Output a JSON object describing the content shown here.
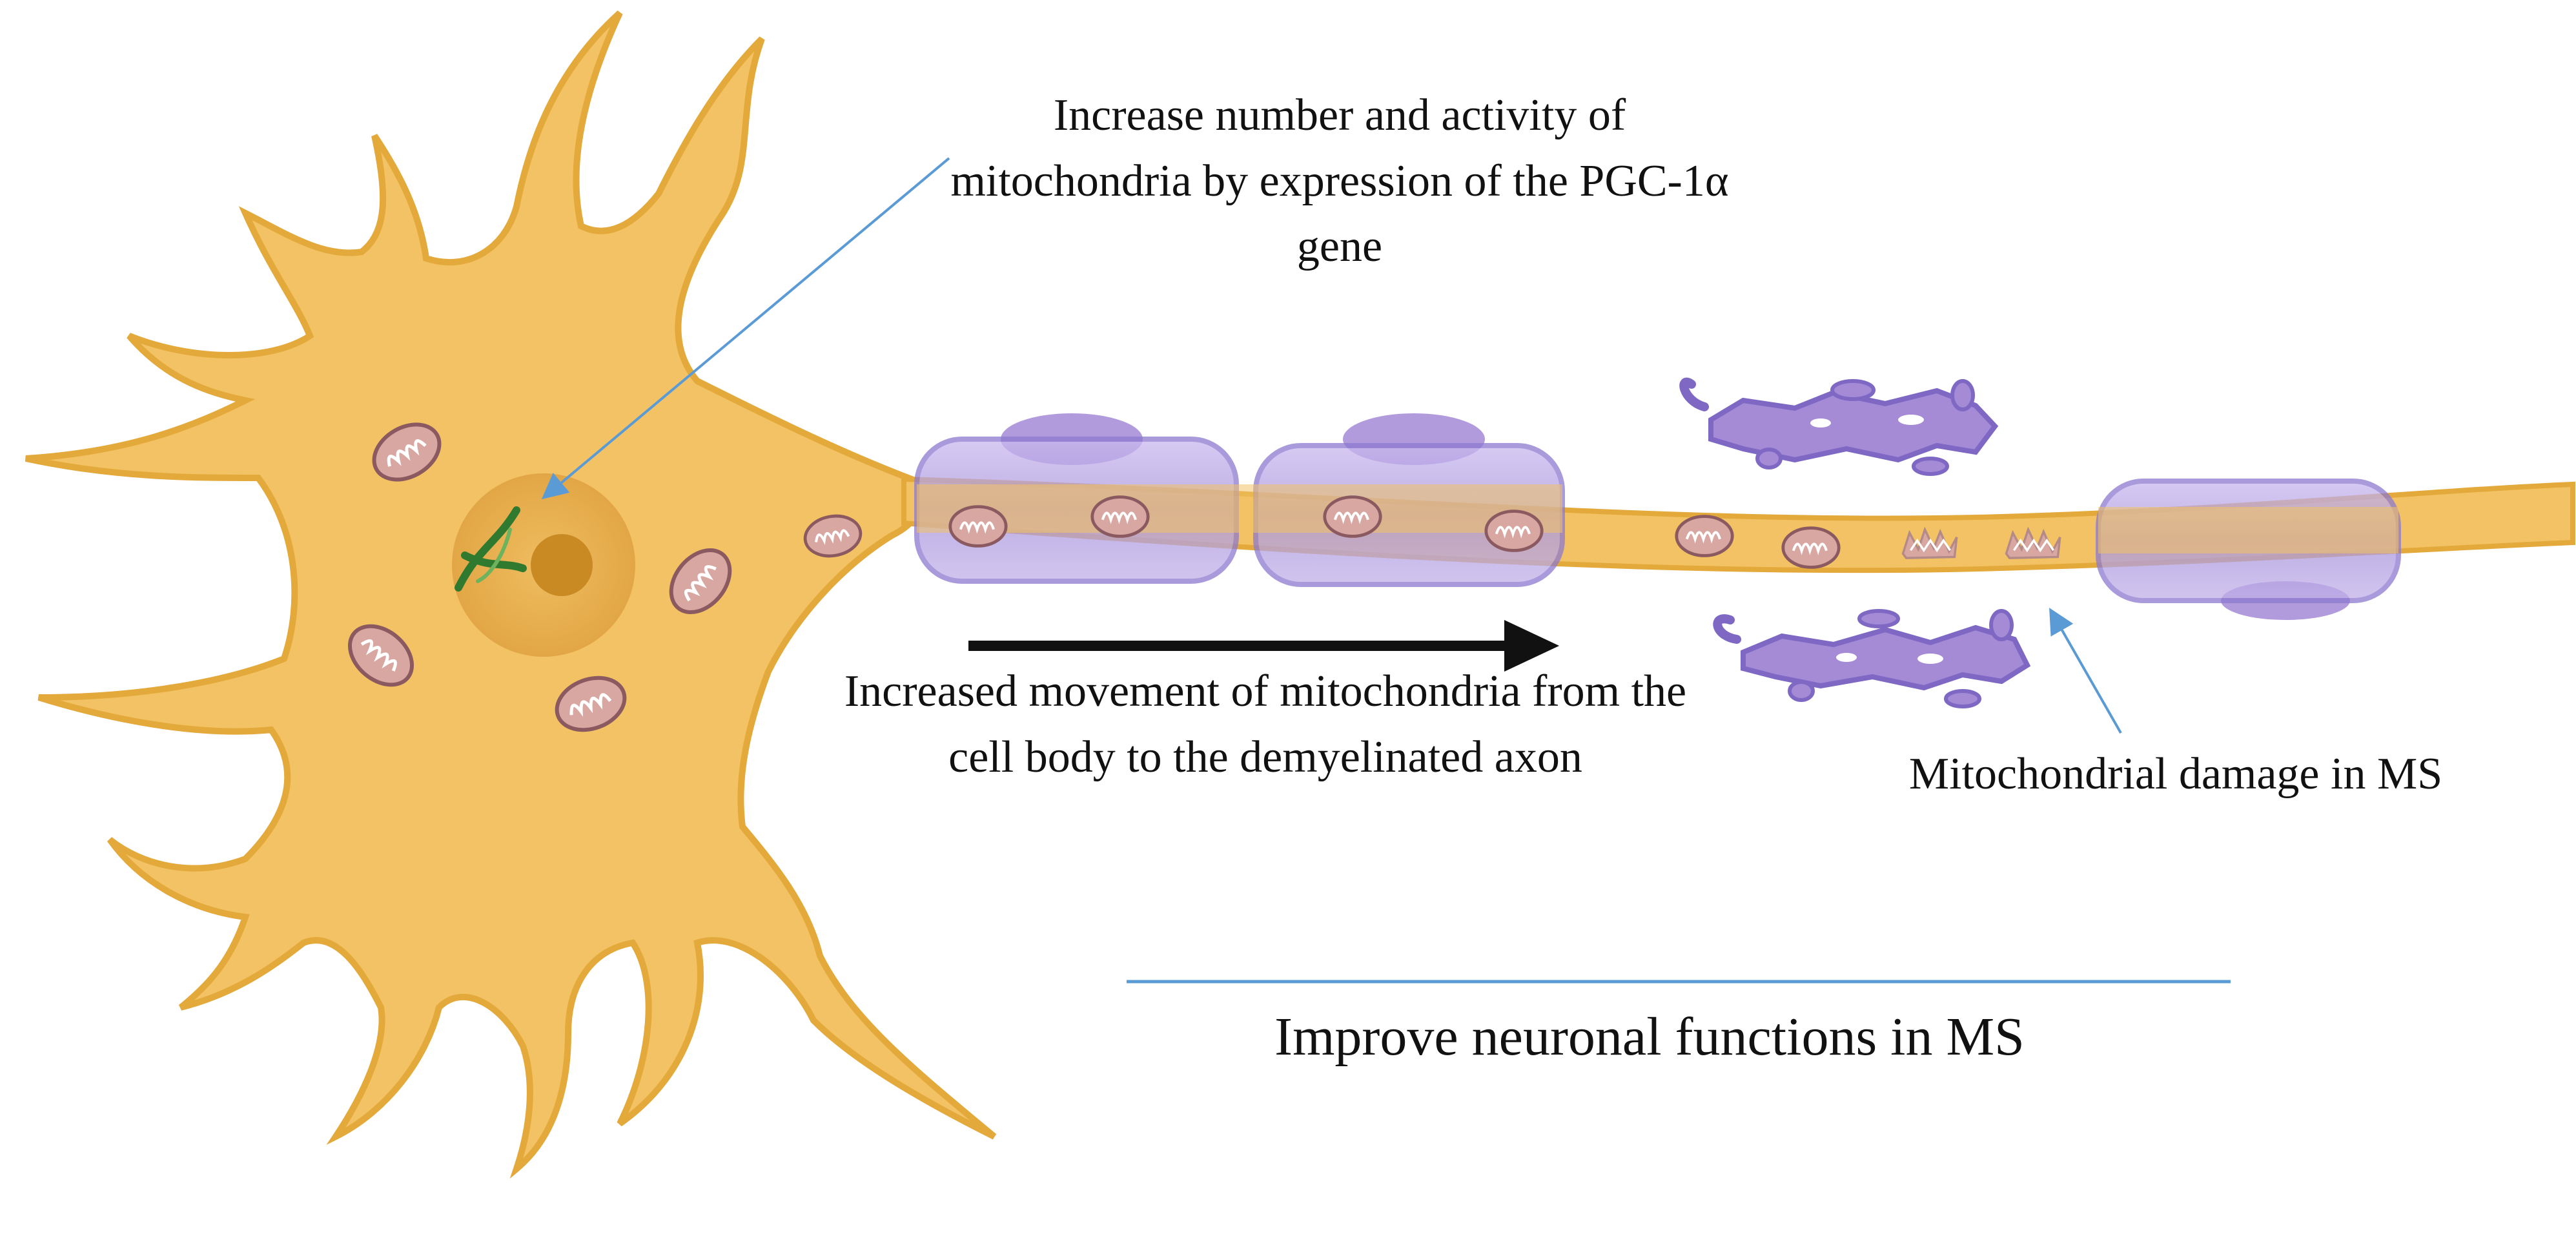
{
  "labels": {
    "pgc_gene": "Increase number and activity of mitochondria by expression of the PGC-1α gene",
    "transport": "Increased movement of mitochondria from the cell body to the demyelinated axon",
    "damage": "Mitochondrial damage in MS",
    "outcome": "Improve neuronal functions in MS"
  },
  "colors": {
    "neuron_fill": "#f2c265",
    "neuron_edge": "#e3a93a",
    "nucleus": "#e7ad4c",
    "nucleolus": "#c98a24",
    "dna": "#2f7a2f",
    "mito_fill": "#d9a7a2",
    "mito_edge": "#8a5a60",
    "myelin": "#b7a6e3",
    "myelin_edge": "#8d7ad0",
    "myelin_debris": "#a58ad6",
    "pointer_line": "#5b9bd5",
    "arrow": "#111111",
    "outcome_line": "#5b9bd5"
  },
  "icons": [
    "dna-icon",
    "mitochondrion-icon",
    "myelin-sheath-icon",
    "transport-arrow-icon"
  ]
}
